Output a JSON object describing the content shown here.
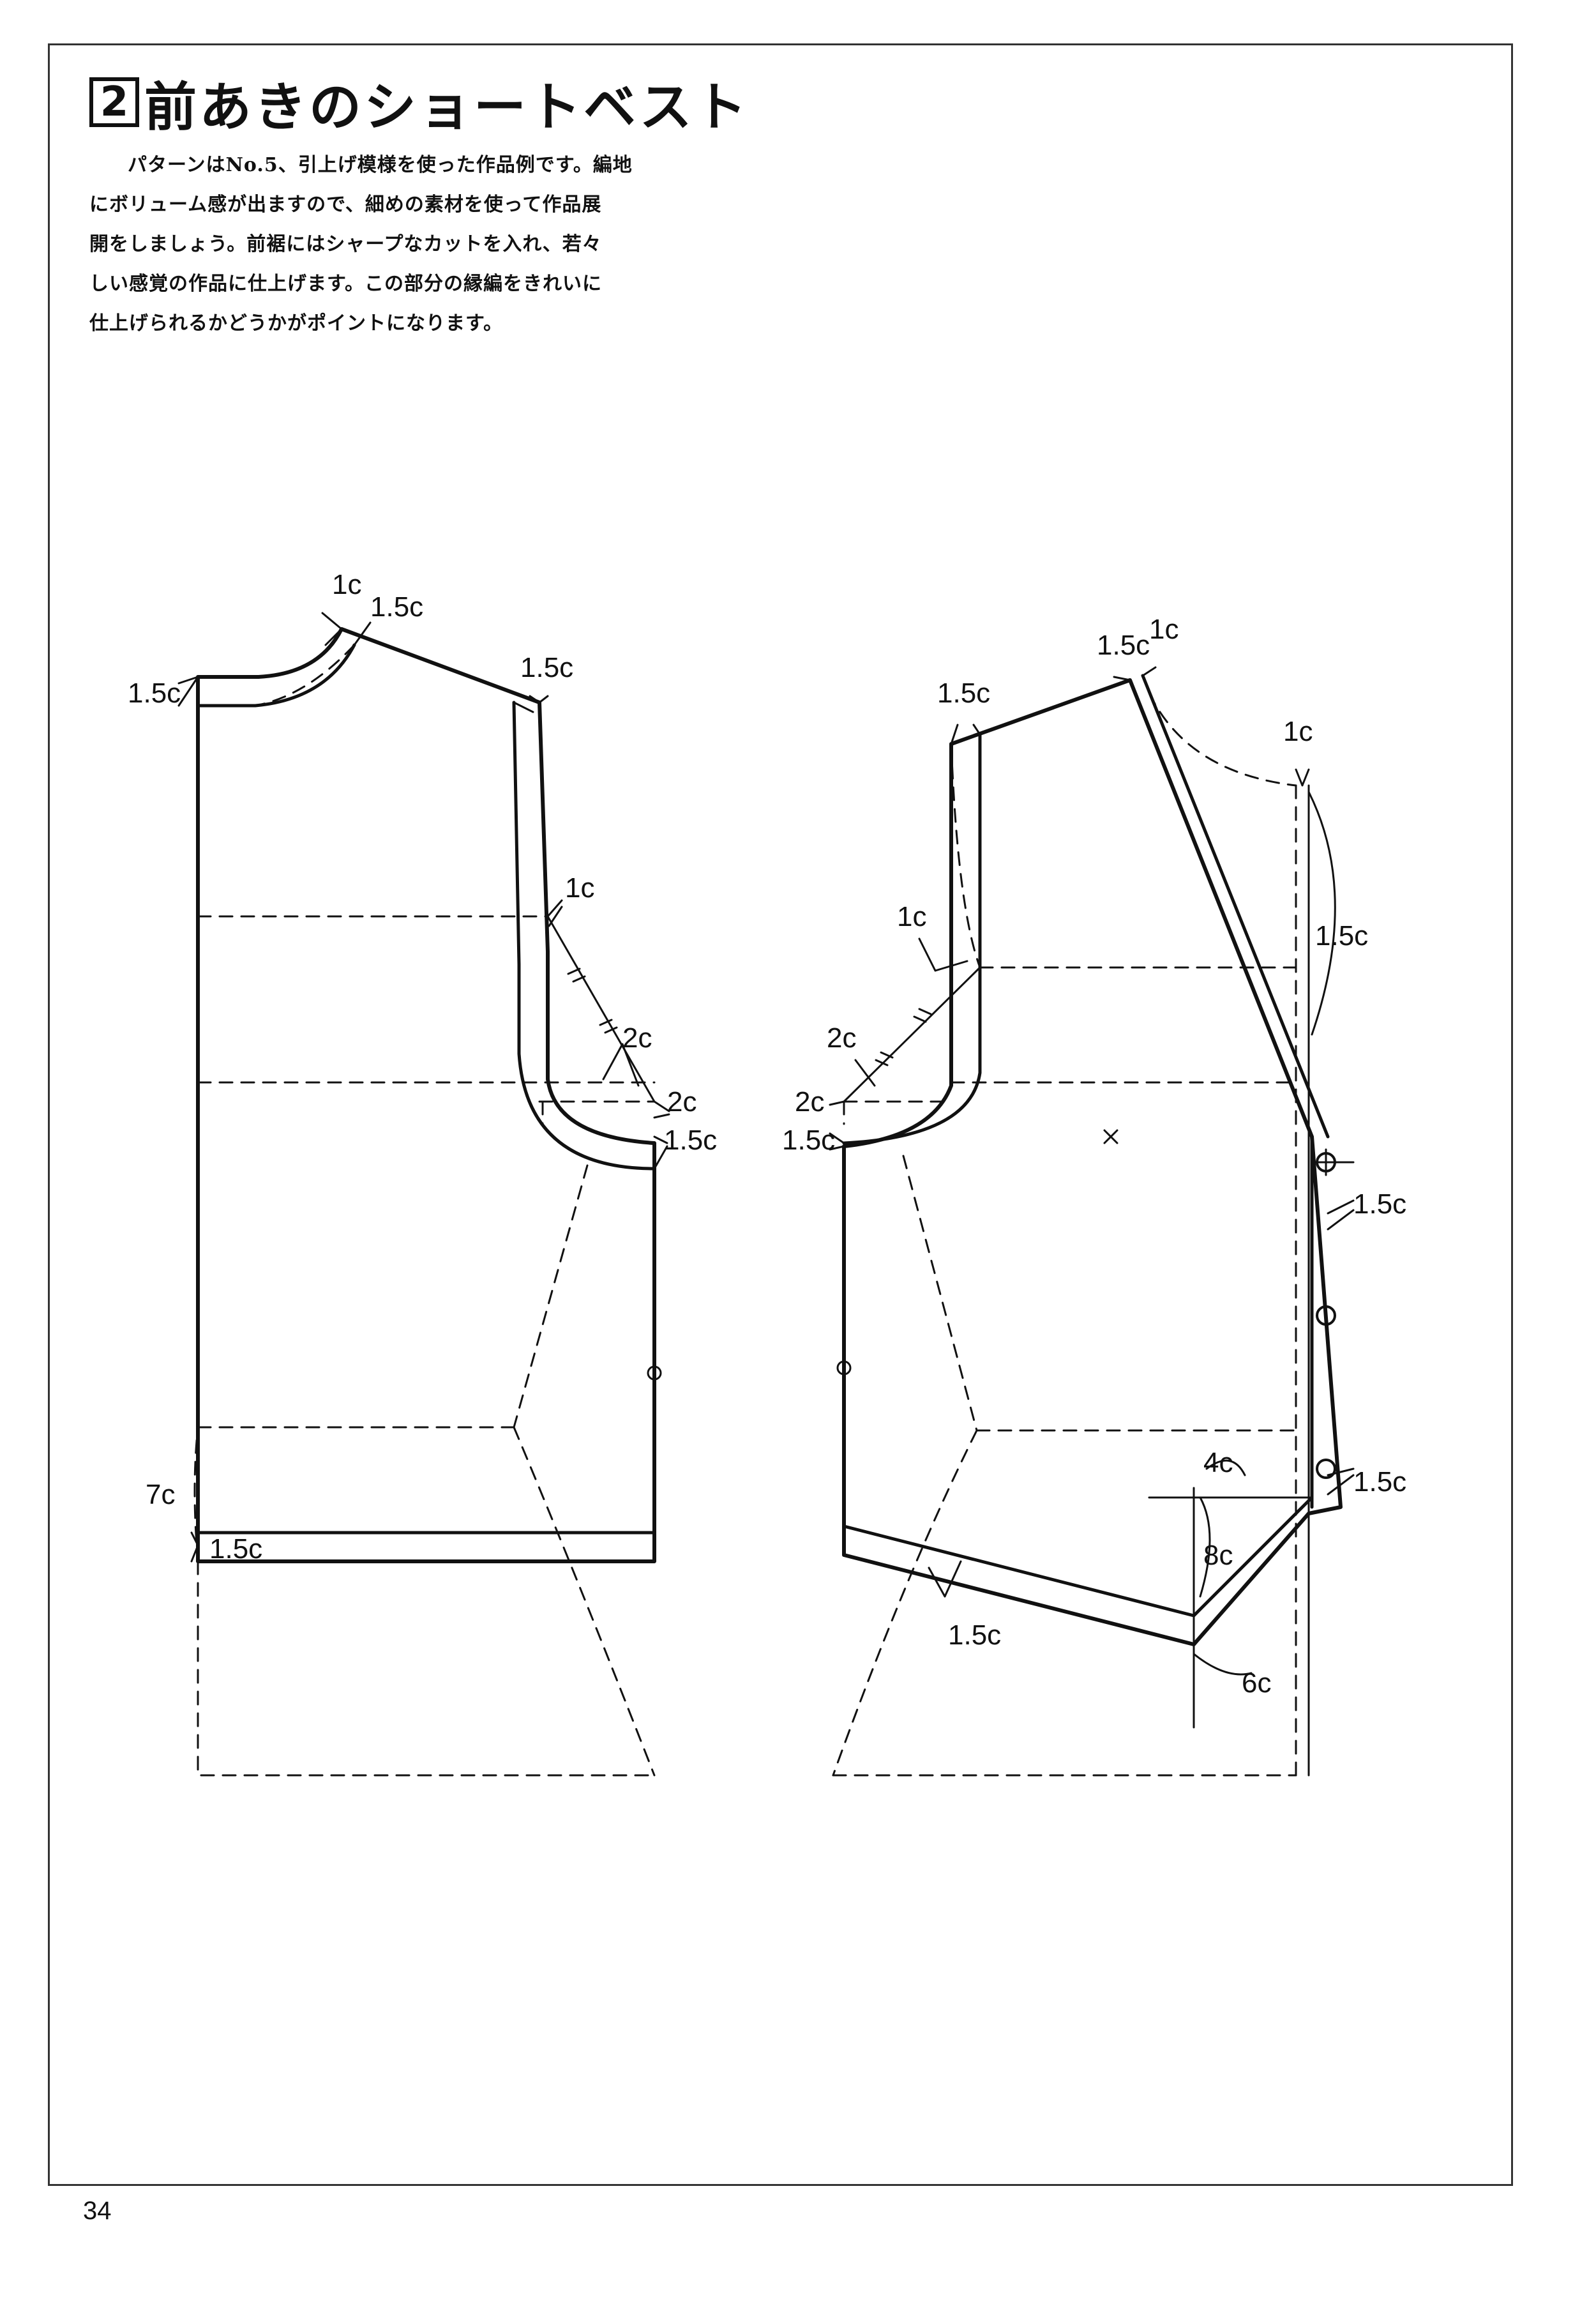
{
  "title": {
    "number": "2",
    "text": "前あきのショートベスト"
  },
  "description": [
    "パターンはNo.5、引上げ模様を使った作品例です。編地",
    "にボリューム感が出ますので、細めの素材を使って作品展",
    "開をしましょう。前裾にはシャープなカットを入れ、若々",
    "しい感覚の作品に仕上げます。この部分の縁編をきれいに",
    "仕上げられるかどうかがポイントになります。"
  ],
  "page_number": "34",
  "back_labels": {
    "neck_1c": "1c",
    "neck_15c": "1.5c",
    "center_15c": "1.5c",
    "shoulder_15c": "1.5c",
    "arm_1c": "1c",
    "arm_2c_a": "2c",
    "arm_2c_b": "2c",
    "arm_15c": "1.5c",
    "hem_7c": "7c",
    "hem_15c": "1.5c"
  },
  "front_labels": {
    "shoulder_15c": "1.5c",
    "shoulder_1c": "1c",
    "arm_top_15c": "1.5c",
    "neck_1c": "1c",
    "neck_15c": "1.5c",
    "arm_1c": "1c",
    "arm_2c_a": "2c",
    "arm_2c_b": "2c",
    "arm_15c": "1.5c",
    "band_15c": "1.5c",
    "band_15c_b": "1.5c",
    "hem_4c": "4c",
    "hem_8c": "8c",
    "hem_15c": "1.5c",
    "hem_6c": "6c"
  }
}
